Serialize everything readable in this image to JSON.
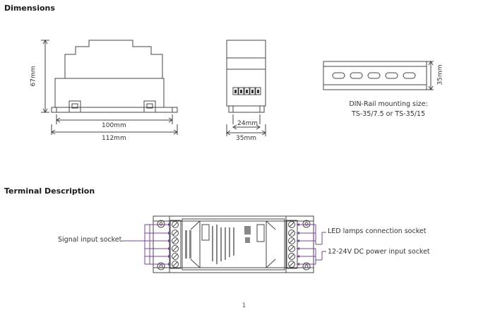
{
  "headings": {
    "dimensions": "Dimensions",
    "terminal": "Terminal Description"
  },
  "dimensions": {
    "height_label": "67mm",
    "inner_width_label": "100mm",
    "outer_width_label": "112mm",
    "side_inner_label": "24mm",
    "side_outer_label": "35mm",
    "rail_height_label": "35mm",
    "din_note_line1": "DIN-Rail mounting size:",
    "din_note_line2": "TS-35/7.5 or TS-35/15"
  },
  "terminal": {
    "signal_input": "Signal input socket",
    "led_connection": "LED lamps connection socket",
    "power_input": "12-24V DC power input socket"
  },
  "page_number": "1"
}
